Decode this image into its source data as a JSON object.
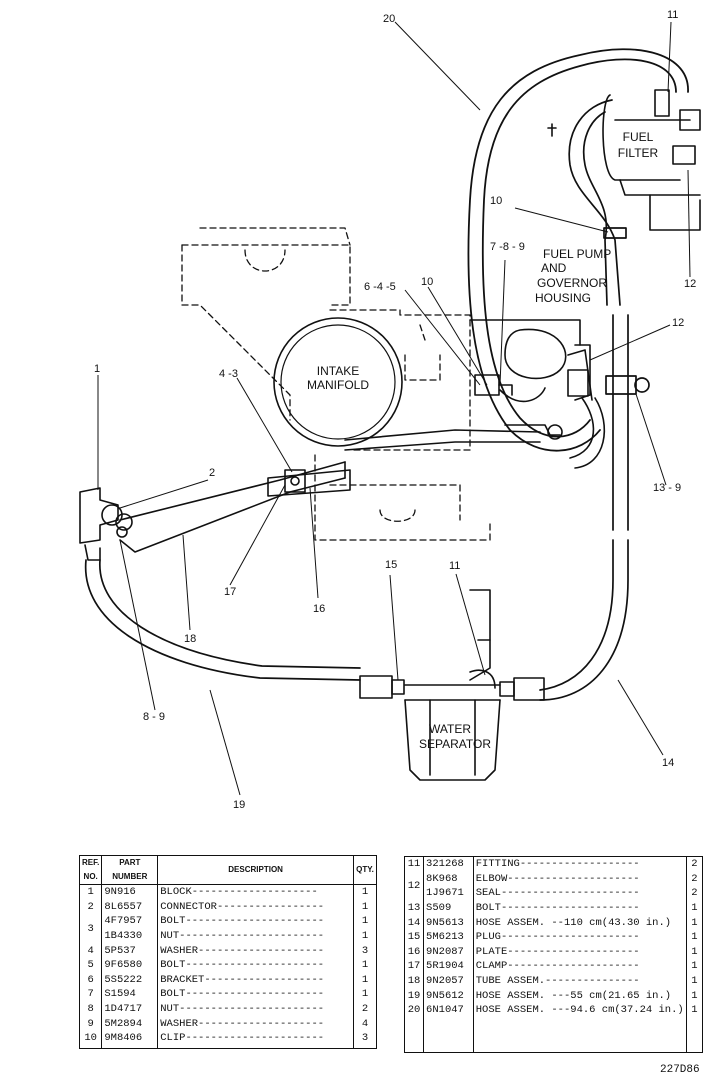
{
  "labels": {
    "intake_manifold_1": "INTAKE",
    "intake_manifold_2": "MANIFOLD",
    "fuel_filter_1": "FUEL",
    "fuel_filter_2": "FILTER",
    "fuel_pump_1": "FUEL PUMP",
    "fuel_pump_2": "AND",
    "fuel_pump_3": "GOVERNOR",
    "fuel_pump_4": "HOUSING",
    "water_sep_1": "WATER",
    "water_sep_2": "SEPARATOR"
  },
  "callouts": {
    "c20": "20",
    "c11_top": "11",
    "c10_upper": "10",
    "c12_right": "12",
    "c7_8_9": "7 -8 - 9",
    "c10_mid": "10",
    "c6_4_5": "6 -4 -5",
    "c12_mid": "12",
    "c1": "1",
    "c4_3": "4 -3",
    "c2": "2",
    "c13_9": "13 - 9",
    "c17": "17",
    "c16": "16",
    "c18": "18",
    "c15": "15",
    "c11_low": "11",
    "c8_9": "8 - 9",
    "c14": "14",
    "c19": "19"
  },
  "table_headers": {
    "ref_1": "REF.",
    "ref_2": "NO.",
    "part_1": "PART",
    "part_2": "NUMBER",
    "description": "DESCRIPTION",
    "qty": "QTY."
  },
  "parts_left": [
    {
      "ref": "1",
      "part": "9N916",
      "desc": "BLOCK--------------------",
      "qty": "1"
    },
    {
      "ref": "2",
      "part": "8L6557",
      "desc": "CONNECTOR-----------------",
      "qty": "1"
    },
    {
      "ref": "3",
      "part": "4F7957",
      "desc": "BOLT----------------------",
      "qty": "1"
    },
    {
      "ref": "",
      "part": "1B4330",
      "desc": "NUT-----------------------",
      "qty": "1"
    },
    {
      "ref": "4",
      "part": "5P537",
      "desc": "WASHER--------------------",
      "qty": "3"
    },
    {
      "ref": "5",
      "part": "9F6580",
      "desc": "BOLT----------------------",
      "qty": "1"
    },
    {
      "ref": "6",
      "part": "5S5222",
      "desc": "BRACKET-------------------",
      "qty": "1"
    },
    {
      "ref": "7",
      "part": "S1594",
      "desc": "BOLT----------------------",
      "qty": "1"
    },
    {
      "ref": "8",
      "part": "1D4717",
      "desc": "NUT-----------------------",
      "qty": "2"
    },
    {
      "ref": "9",
      "part": "5M2894",
      "desc": "WASHER--------------------",
      "qty": "4"
    },
    {
      "ref": "10",
      "part": "9M8406",
      "desc": "CLIP----------------------",
      "qty": "3"
    }
  ],
  "parts_right": [
    {
      "ref": "11",
      "part": "321268",
      "desc": "FITTING-------------------",
      "qty": "2"
    },
    {
      "ref": "12",
      "part": "8K968",
      "desc": "ELBOW---------------------",
      "qty": "2"
    },
    {
      "ref": "",
      "part": "1J9671",
      "desc": "SEAL----------------------",
      "qty": "2"
    },
    {
      "ref": "13",
      "part": "S509",
      "desc": "BOLT----------------------",
      "qty": "1"
    },
    {
      "ref": "14",
      "part": "9N5613",
      "desc": "HOSE ASSEM. --110 cm(43.30 in.)",
      "qty": "1"
    },
    {
      "ref": "15",
      "part": "5M6213",
      "desc": "PLUG----------------------",
      "qty": "1"
    },
    {
      "ref": "16",
      "part": "9N2087",
      "desc": "PLATE---------------------",
      "qty": "1"
    },
    {
      "ref": "17",
      "part": "5R1904",
      "desc": "CLAMP---------------------",
      "qty": "1"
    },
    {
      "ref": "18",
      "part": "9N2057",
      "desc": "TUBE ASSEM.---------------",
      "qty": "1"
    },
    {
      "ref": "19",
      "part": "9N5612",
      "desc": "HOSE ASSEM. ---55 cm(21.65 in.)",
      "qty": "1"
    },
    {
      "ref": "20",
      "part": "6N1047",
      "desc": "HOSE ASSEM. ---94.6 cm(37.24 in.)",
      "qty": "1"
    }
  ],
  "drawing_code": "227D86"
}
